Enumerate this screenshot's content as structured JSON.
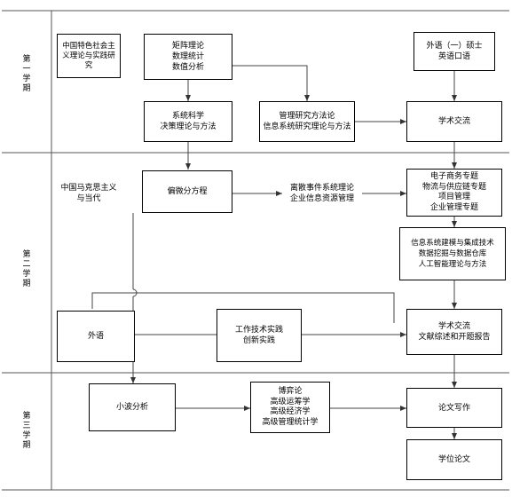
{
  "semesters": [
    {
      "id": "s1",
      "label": [
        "第",
        "一",
        "学",
        "期"
      ]
    },
    {
      "id": "s2",
      "label": [
        "第",
        "二",
        "学",
        "期"
      ]
    },
    {
      "id": "s3",
      "label": [
        "第",
        "三",
        "学",
        "期"
      ]
    }
  ],
  "boxes": {
    "socialism": [
      "中国特色社会主",
      "义理论与实践研",
      "究"
    ],
    "matrix": [
      "矩阵理论",
      "数理统计",
      "数值分析"
    ],
    "foreign1": [
      "外语（一）硕士",
      "英语口语"
    ],
    "systems_science": [
      "系统科学",
      "决策理论与方法"
    ],
    "mgmt_research": [
      "管理研究方法论",
      "信息系统研究理论与方法"
    ],
    "academic1": [
      "学术交流"
    ],
    "marxism": [
      "中国马克思主义",
      "与当代"
    ],
    "pde": [
      "偏微分方程"
    ],
    "discrete": [
      "离散事件系统理论",
      "企业信息资源管理"
    ],
    "ecommerce": [
      "电子商务专题",
      "物流与供应链专题",
      "项目管理",
      "企业管理专题"
    ],
    "infosys": [
      "信息系统建模与集成技术",
      "数据挖掘与数据仓库",
      "人工智能理论与方法"
    ],
    "foreign2": [
      "外语"
    ],
    "work": [
      "工作技术实践",
      "创新实践"
    ],
    "academic2": [
      "学术交流",
      "文献综述和开题报告"
    ],
    "wavelet": [
      "小波分析"
    ],
    "game": [
      "博弈论",
      "高级运筹学",
      "高级经济学",
      "高级管理统计学"
    ],
    "thesis_writing": [
      "论文写作"
    ],
    "thesis": [
      "学位论文"
    ]
  }
}
